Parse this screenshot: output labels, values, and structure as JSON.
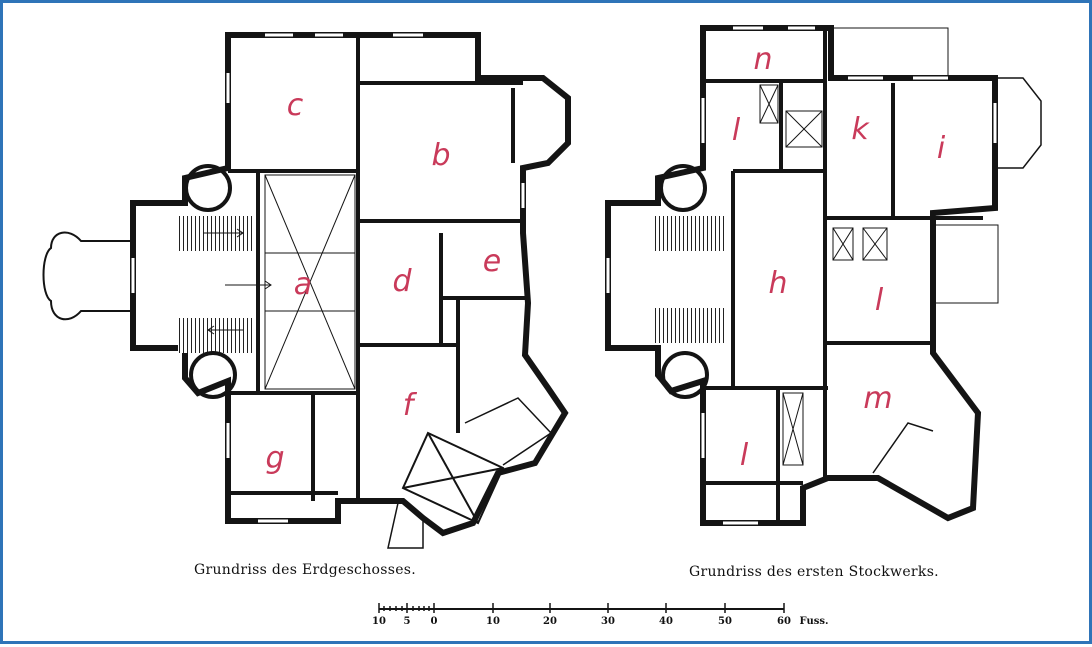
{
  "figure": {
    "left_plan": {
      "caption": "Grundriss des Erdgeschosses.",
      "rooms": [
        "c",
        "b",
        "a",
        "d",
        "e",
        "f",
        "g"
      ]
    },
    "right_plan": {
      "caption": "Grundriss des ersten Stockwerks.",
      "rooms": [
        "n",
        "l",
        "k",
        "i",
        "h",
        "l",
        "m",
        "l"
      ]
    },
    "scale_bar": {
      "ticks": [
        "10",
        "5",
        "0",
        "10",
        "20",
        "30",
        "40",
        "50",
        "60"
      ],
      "unit": "Fuss."
    },
    "colors": {
      "frame": "#2f74b8",
      "room_letters": "#c93a5a",
      "walls": "#141414"
    }
  }
}
